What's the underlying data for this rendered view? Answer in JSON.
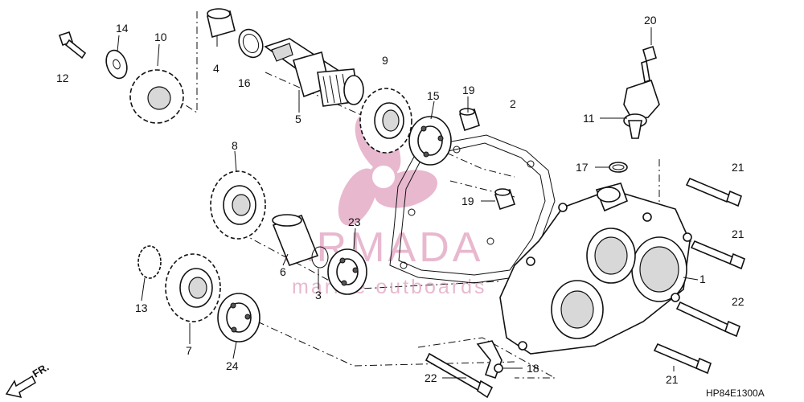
{
  "callouts": {
    "c1": "1",
    "c2": "2",
    "c3": "3",
    "c4": "4",
    "c5": "5",
    "c6": "6",
    "c7": "7",
    "c8": "8",
    "c9": "9",
    "c10": "10",
    "c11": "11",
    "c12": "12",
    "c13": "13",
    "c14": "14",
    "c15": "15",
    "c16": "16",
    "c17": "17",
    "c18": "18",
    "c19a": "19",
    "c19b": "19",
    "c20": "20",
    "c21a": "21",
    "c21b": "21",
    "c21c": "21",
    "c22a": "22",
    "c22b": "22",
    "c23": "23",
    "c24": "24"
  },
  "diagram_code": "HP84E1300A",
  "front_marker": "FR.",
  "watermark": {
    "brand": "ARMADA",
    "tagline": "marine outboards",
    "color": "#d98ab0"
  }
}
